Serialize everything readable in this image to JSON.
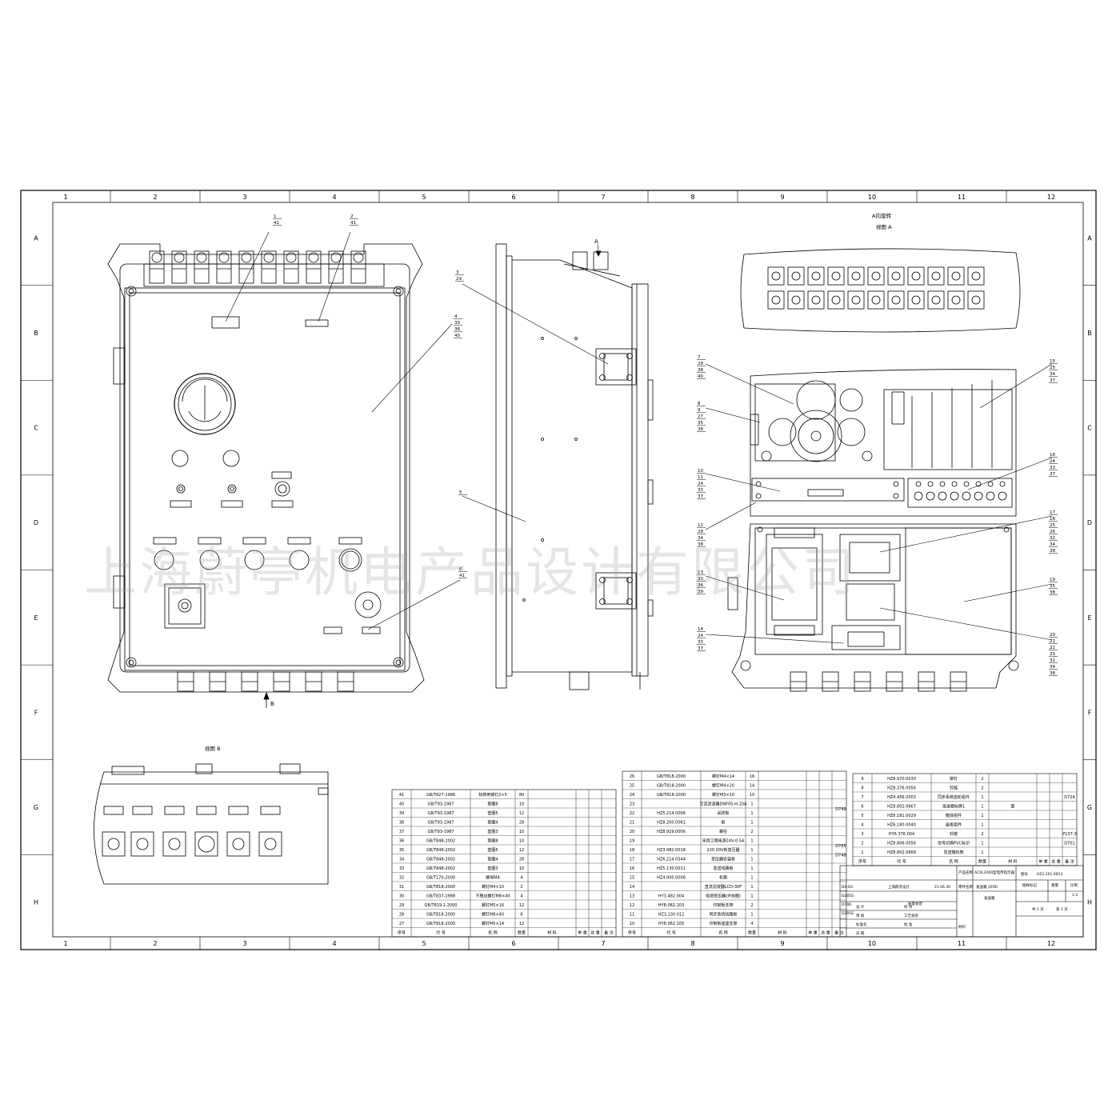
{
  "drawing": {
    "grid_cols": [
      "1",
      "2",
      "3",
      "4",
      "5",
      "6",
      "7",
      "8",
      "9",
      "10",
      "11",
      "12"
    ],
    "grid_rows": [
      "A",
      "B",
      "C",
      "D",
      "E",
      "F",
      "G",
      "H"
    ],
    "view_a_title": "A向旋转",
    "view_a_label": "视图 A",
    "view_b_label": "视图 B",
    "arrow_a_label": "A",
    "arrow_b_label": "B",
    "watermark": "上海蔚亭机电产品设计有限公司"
  },
  "balloons": {
    "front": [
      {
        "id": "b1",
        "items": [
          "1",
          "41"
        ]
      },
      {
        "id": "b2",
        "items": [
          "2",
          "41"
        ]
      },
      {
        "id": "b4",
        "items": [
          "4",
          "30",
          "36",
          "40"
        ]
      },
      {
        "id": "b6",
        "items": [
          "6",
          "41"
        ]
      }
    ],
    "side": [
      {
        "id": "b3",
        "items": [
          "3",
          "29"
        ]
      },
      {
        "id": "b5",
        "items": [
          "5"
        ]
      }
    ],
    "right": [
      {
        "id": "b7",
        "items": [
          "7",
          "28",
          "38",
          "40"
        ]
      },
      {
        "id": "b8",
        "items": [
          "8",
          "9",
          "27",
          "35",
          "38"
        ]
      },
      {
        "id": "b10",
        "items": [
          "10",
          "11",
          "24",
          "33",
          "37"
        ]
      },
      {
        "id": "b12",
        "items": [
          "12",
          "28",
          "34",
          "38"
        ]
      },
      {
        "id": "b13",
        "items": [
          "13",
          "30",
          "36",
          "39"
        ]
      },
      {
        "id": "b14",
        "items": [
          "14",
          "24",
          "33",
          "37"
        ]
      },
      {
        "id": "b15",
        "items": [
          "15",
          "25",
          "34",
          "37"
        ]
      },
      {
        "id": "b16",
        "items": [
          "16",
          "24",
          "33",
          "37"
        ]
      },
      {
        "id": "b17",
        "items": [
          "17",
          "18",
          "25",
          "26",
          "32",
          "34",
          "38"
        ]
      },
      {
        "id": "b19",
        "items": [
          "19",
          "35",
          "38"
        ]
      },
      {
        "id": "b20",
        "items": [
          "20",
          "21",
          "22",
          "23",
          "31",
          "34",
          "38"
        ]
      }
    ]
  },
  "bom_left": {
    "rows": [
      [
        "41",
        "GB/T827-1986",
        "标牌用铆钉2×5",
        "80",
        "",
        "",
        "",
        ""
      ],
      [
        "40",
        "GB/T93-1987",
        "垫圈8",
        "10",
        "",
        "",
        "",
        ""
      ],
      [
        "39",
        "GB/T93-1987",
        "垫圈5",
        "12",
        "",
        "",
        "",
        ""
      ],
      [
        "38",
        "GB/T93-1987",
        "垫圈4",
        "28",
        "",
        "",
        "",
        ""
      ],
      [
        "37",
        "GB/T93-1987",
        "垫圈3",
        "10",
        "",
        "",
        "",
        ""
      ],
      [
        "36",
        "GB/T848-2002",
        "垫圈8",
        "10",
        "",
        "",
        "",
        ""
      ],
      [
        "35",
        "GB/T848-2002",
        "垫圈5",
        "12",
        "",
        "",
        "",
        ""
      ],
      [
        "34",
        "GB/T848-2002",
        "垫圈4",
        "28",
        "",
        "",
        "",
        ""
      ],
      [
        "33",
        "GB/T848-2002",
        "垫圈3",
        "10",
        "",
        "",
        "",
        ""
      ],
      [
        "32",
        "GB/T170-2000",
        "螺母M4",
        "4",
        "",
        "",
        "",
        ""
      ],
      [
        "31",
        "GB/T818-2000",
        "螺钉M4×10",
        "2",
        "",
        "",
        "",
        ""
      ],
      [
        "30",
        "GB/T837-1988",
        "不脱出螺钉M8×40",
        "4",
        "",
        "",
        "",
        ""
      ],
      [
        "29",
        "GB/T819.1-2000",
        "螺钉M5×16",
        "12",
        "",
        "",
        "",
        ""
      ],
      [
        "28",
        "GB/T818-2000",
        "螺钉M8×40",
        "6",
        "",
        "",
        "",
        ""
      ],
      [
        "27",
        "GB/T818-2000",
        "螺钉M5×14",
        "12",
        "",
        "",
        "",
        ""
      ]
    ],
    "header": [
      "序号",
      "代 号",
      "名 称",
      "数量",
      "材 料",
      "单 重",
      "总 重",
      "备 注"
    ]
  },
  "bom_mid": {
    "rows": [
      [
        "26",
        "GB/T818-2000",
        "螺钉M4×14",
        "16",
        "",
        "",
        "",
        ""
      ],
      [
        "25",
        "GB/T818-2000",
        "螺钉M4×20",
        "14",
        "",
        "",
        "",
        ""
      ],
      [
        "24",
        "GB/T818-2000",
        "螺钉M3×10",
        "10",
        "",
        "",
        "",
        ""
      ],
      [
        "23",
        "",
        "交流滤波器DNF05-H-10A",
        "1",
        "",
        "",
        "",
        ""
      ],
      [
        "22",
        "HZ5.214.0006",
        "采样板",
        "1",
        "",
        "",
        "",
        ""
      ],
      [
        "21",
        "HZ8.200.0061",
        "板",
        "1",
        "",
        "",
        "",
        ""
      ],
      [
        "20",
        "HZ8.929.0006",
        "螺柱",
        "2",
        "",
        "",
        "",
        ""
      ],
      [
        "19",
        "",
        "采用工程电源24V-0.5A",
        "1",
        "",
        "",
        "",
        ""
      ],
      [
        "18",
        "HZ3.482.0018",
        "220 20V新变压器",
        "1",
        "",
        "",
        "",
        ""
      ],
      [
        "17",
        "HZ6.214.0544",
        "变压器安装板",
        "1",
        "",
        "",
        "",
        ""
      ],
      [
        "16",
        "HZ5.130.0011",
        "发送线路板",
        "1",
        "",
        "",
        "",
        ""
      ],
      [
        "15",
        "HZ4.000.0006",
        "机箱",
        "1",
        "",
        "",
        "",
        ""
      ],
      [
        "14",
        "",
        "直流滤波器LCD-30F",
        "1",
        "",
        "",
        "",
        ""
      ],
      [
        "13",
        "HY3.482.004",
        "电源变压器(外协图)",
        "1",
        "",
        "",
        "",
        ""
      ],
      [
        "12",
        "HY8.062.103",
        "印制板支架",
        "2",
        "",
        "",
        "",
        ""
      ],
      [
        "11",
        "HZ3.130.012",
        "同步系统线路板",
        "1",
        "",
        "",
        "",
        ""
      ],
      [
        "10",
        "HY8.062.105",
        "印制板插座支架",
        "4",
        "",
        "",
        "",
        ""
      ]
    ],
    "header": [
      "序号",
      "代 号",
      "名 称",
      "数量",
      "材 料",
      "单 重",
      "总 重",
      "备 注"
    ]
  },
  "bom_right": {
    "rows": [
      [
        "9",
        "HZ8.970.0030",
        "铆钉",
        "2",
        "",
        "",
        "",
        ""
      ],
      [
        "8",
        "HZ8.376.0056",
        "铰链",
        "2",
        "",
        "",
        "",
        ""
      ],
      [
        "7",
        "HZ4.456.0003",
        "同步系统齿轮组件",
        "1",
        "",
        "",
        "",
        "D724"
      ],
      [
        "6",
        "HZ8.802.0667",
        "发送箱标牌1",
        "1",
        "套",
        "",
        "",
        ""
      ],
      [
        "5",
        "HZ6.181.0029",
        "箱体组件",
        "1",
        "",
        "",
        "",
        ""
      ],
      [
        "4",
        "HZ6.180.0040",
        "盖板组件",
        "1",
        "",
        "",
        "",
        ""
      ],
      [
        "3",
        "HY6.376.004",
        "铰链",
        "2",
        "",
        "",
        "",
        "P137-3"
      ],
      [
        "2",
        "HZ8.806.0056",
        "信号切换PVC标识",
        "1",
        "",
        "",
        "",
        "D701"
      ],
      [
        "1",
        "HZ8.802.0668",
        "发送箱标牌",
        "1",
        "",
        "",
        "",
        ""
      ]
    ],
    "header": [
      "序号",
      "代 号",
      "名 称",
      "数量",
      "材 料",
      "单 重",
      "总 重",
      "备 注"
    ],
    "side_codes": [
      "",
      "",
      "",
      "",
      "D749",
      "",
      "",
      "",
      "D765",
      "D748"
    ]
  },
  "title_block": {
    "product_label": "产品名称",
    "product_name": "ACXL2000型电传指示器",
    "drawing_no_label": "图号",
    "drawing_no": "HZ2.201.0013",
    "part_name_label": "零件名称",
    "part_name": "发送箱",
    "stage_label": "图样标记",
    "weight_label": "重量",
    "scale_label": "比例",
    "scale": "1:2",
    "sheet_label": "共 1 页",
    "sheet_no": "第 1 页",
    "material_label": "材料",
    "company": "上海蔚亭设计",
    "date": "21.06.30",
    "codes": [
      "DS-IIG",
      "D205G",
      "D746",
      "D205G"
    ],
    "roles": [
      "设 计",
      "校 对",
      "审 核",
      "工艺会签",
      "标准化",
      "批 准",
      "日 期"
    ],
    "spec_label": "发送箱 (DYB)",
    "doc_label": "质量会签"
  }
}
